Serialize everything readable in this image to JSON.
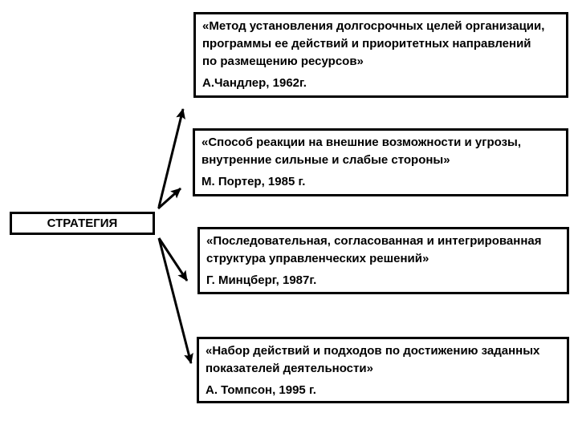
{
  "diagram": {
    "center_node": {
      "label": "СТРАТЕГИЯ"
    },
    "definitions": [
      {
        "quote": "«Метод установления долгосрочных целей организации,\nпрограммы ее действий и приоритетных направлений\nпо размещению ресурсов»",
        "author": "А.Чандлер, 1962г."
      },
      {
        "quote": "«Способ реакции на внешние возможности и угрозы,\nвнутренние сильные и слабые стороны»",
        "author": "М. Портер, 1985 г."
      },
      {
        "quote": "«Последовательная, согласованная и интегрированная\nструктура управленческих решений»",
        "author": "Г. Минцберг, 1987г."
      },
      {
        "quote": "«Набор действий и подходов по достижению заданных\nпоказателей деятельности»",
        "author": "А. Томпсон, 1995 г."
      }
    ],
    "connections": [
      {
        "from": "СТРАТЕГИЯ",
        "to_definition": 0
      },
      {
        "from": "СТРАТЕГИЯ",
        "to_definition": 1
      },
      {
        "from": "СТРАТЕГИЯ",
        "to_definition": 2
      },
      {
        "from": "СТРАТЕГИЯ",
        "to_definition": 3
      }
    ],
    "colors": {
      "border": "#000000",
      "text": "#000000",
      "background": "#ffffff"
    }
  }
}
